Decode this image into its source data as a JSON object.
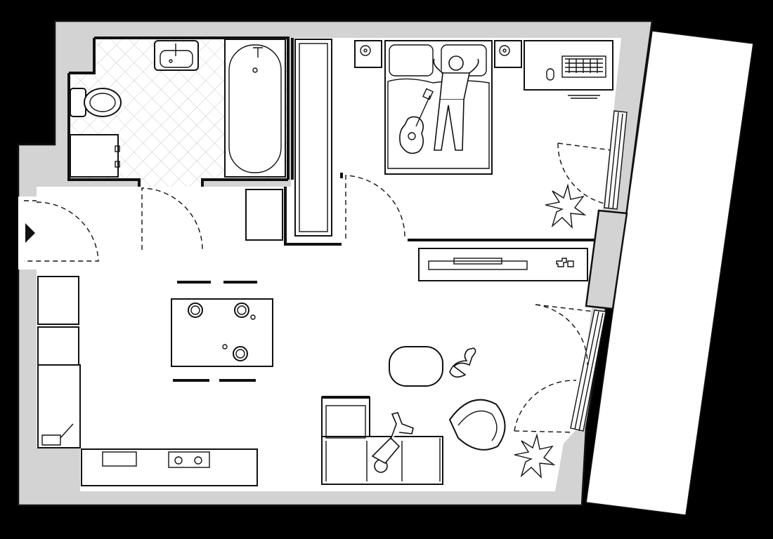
{
  "plan": {
    "rooms": [
      "bathroom",
      "bedroom",
      "living-kitchen",
      "balcony"
    ],
    "entrance_marker": "triangle",
    "colors": {
      "background": "#000000",
      "walls": "#d3d3d3",
      "floor": "#ffffff",
      "lines": "#111111"
    }
  }
}
